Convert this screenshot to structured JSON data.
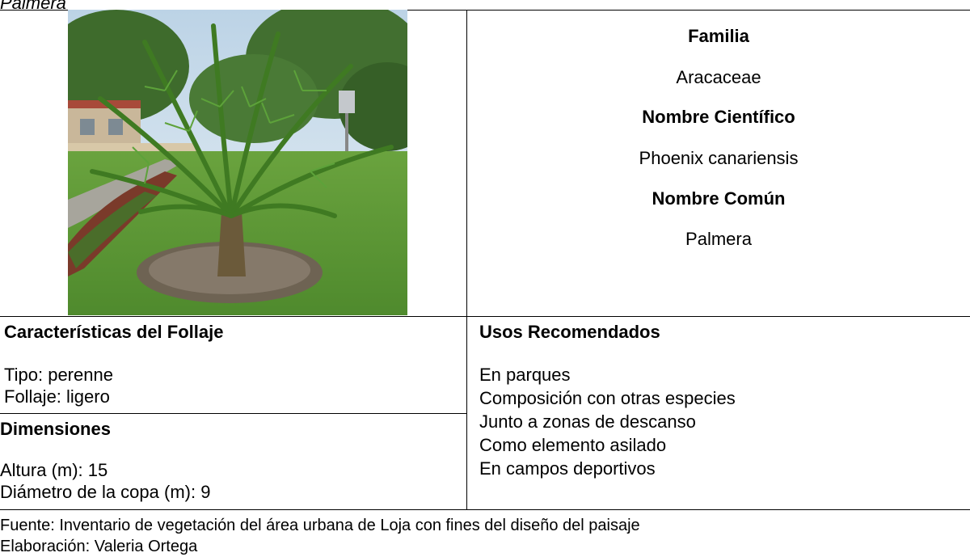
{
  "caption": "Palmera",
  "info": {
    "familia_label": "Familia",
    "familia_value": "Aracaceae",
    "cientifico_label": "Nombre Científico",
    "cientifico_value": "Phoenix canariensis",
    "comun_label": "Nombre Común",
    "comun_value": "Palmera"
  },
  "follaje": {
    "heading": "Características del Follaje",
    "items": [
      "Tipo: perenne",
      "Follaje: ligero"
    ]
  },
  "dimensiones": {
    "heading": "Dimensiones",
    "items": [
      "Altura (m): 15",
      "Diámetro de la copa (m): 9"
    ]
  },
  "usos": {
    "heading": "Usos Recomendados",
    "items": [
      "En parques",
      "Composición con otras especies",
      "Junto a zonas de descanso",
      "Como elemento asilado",
      "En campos deportivos"
    ]
  },
  "footer": {
    "fuente": "Fuente: Inventario de vegetación del área urbana de Loja con fines del diseño del paisaje",
    "elaboracion": "Elaboración: Valeria Ortega"
  },
  "colors": {
    "sky": "#cfe0ee",
    "grass": "#5f9a3a",
    "palm": "#4f8a2a",
    "border": "#000000"
  }
}
